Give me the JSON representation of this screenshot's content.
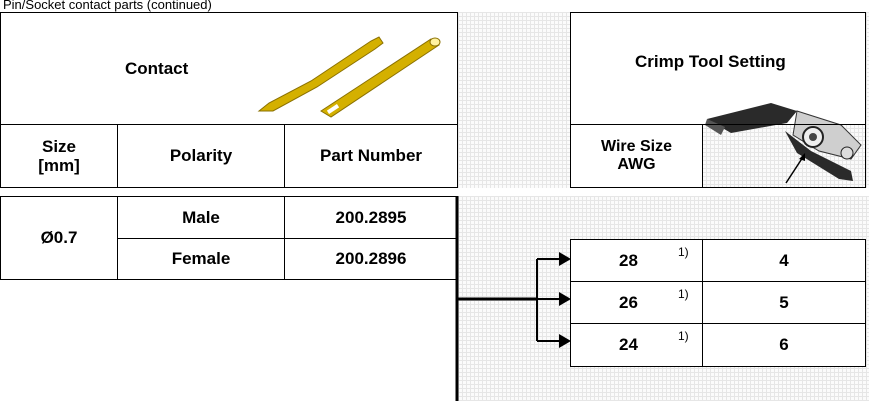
{
  "caption": "Pin/Socket contact parts (continued)",
  "contact_table": {
    "contact_label": "Contact",
    "headers": {
      "size": "Size [mm]",
      "polarity": "Polarity",
      "part_number": "Part Number"
    },
    "size_value": "Ø0.7",
    "rows": [
      {
        "polarity": "Male",
        "part_number": "200.2895"
      },
      {
        "polarity": "Female",
        "part_number": "200.2896"
      }
    ]
  },
  "crimp_table": {
    "title": "Crimp Tool Setting",
    "wire_size_header": "Wire Size AWG",
    "footnote_mark": "1)",
    "rows": [
      {
        "awg": "28",
        "setting": "4"
      },
      {
        "awg": "26",
        "setting": "5"
      },
      {
        "awg": "24",
        "setting": "6"
      }
    ]
  },
  "images": {
    "contact": "gold-pin-and-socket-contacts",
    "tool": "crimp-tool"
  },
  "colors": {
    "contact_gold": "#d4b000",
    "grid_line": "#e6e6e6"
  }
}
